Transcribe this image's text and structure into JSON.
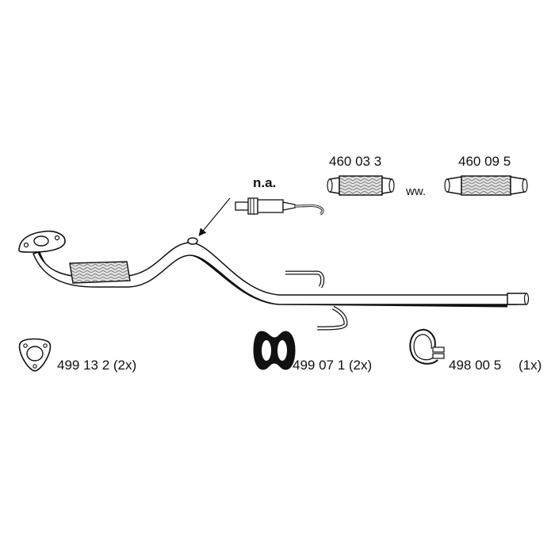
{
  "labels": {
    "not_available": "n.a.",
    "flex_pipe_a": "460 03 3",
    "alternative": "ww.",
    "flex_pipe_b": "460 09 5",
    "gasket": "499 13 2 (2x)",
    "rubber_mount": "499 07 1 (2x)",
    "clamp_code": "498 00 5",
    "clamp_qty": "(1x)"
  },
  "colors": {
    "line": "#111111",
    "fill": "#ffffff",
    "braid": "#d6d6d6",
    "shadow": "#555555"
  },
  "icons": [
    "flange-gasket-icon",
    "rubber-mount-icon",
    "pipe-clamp-icon",
    "lambda-sensor-icon",
    "flex-pipe-icon"
  ]
}
